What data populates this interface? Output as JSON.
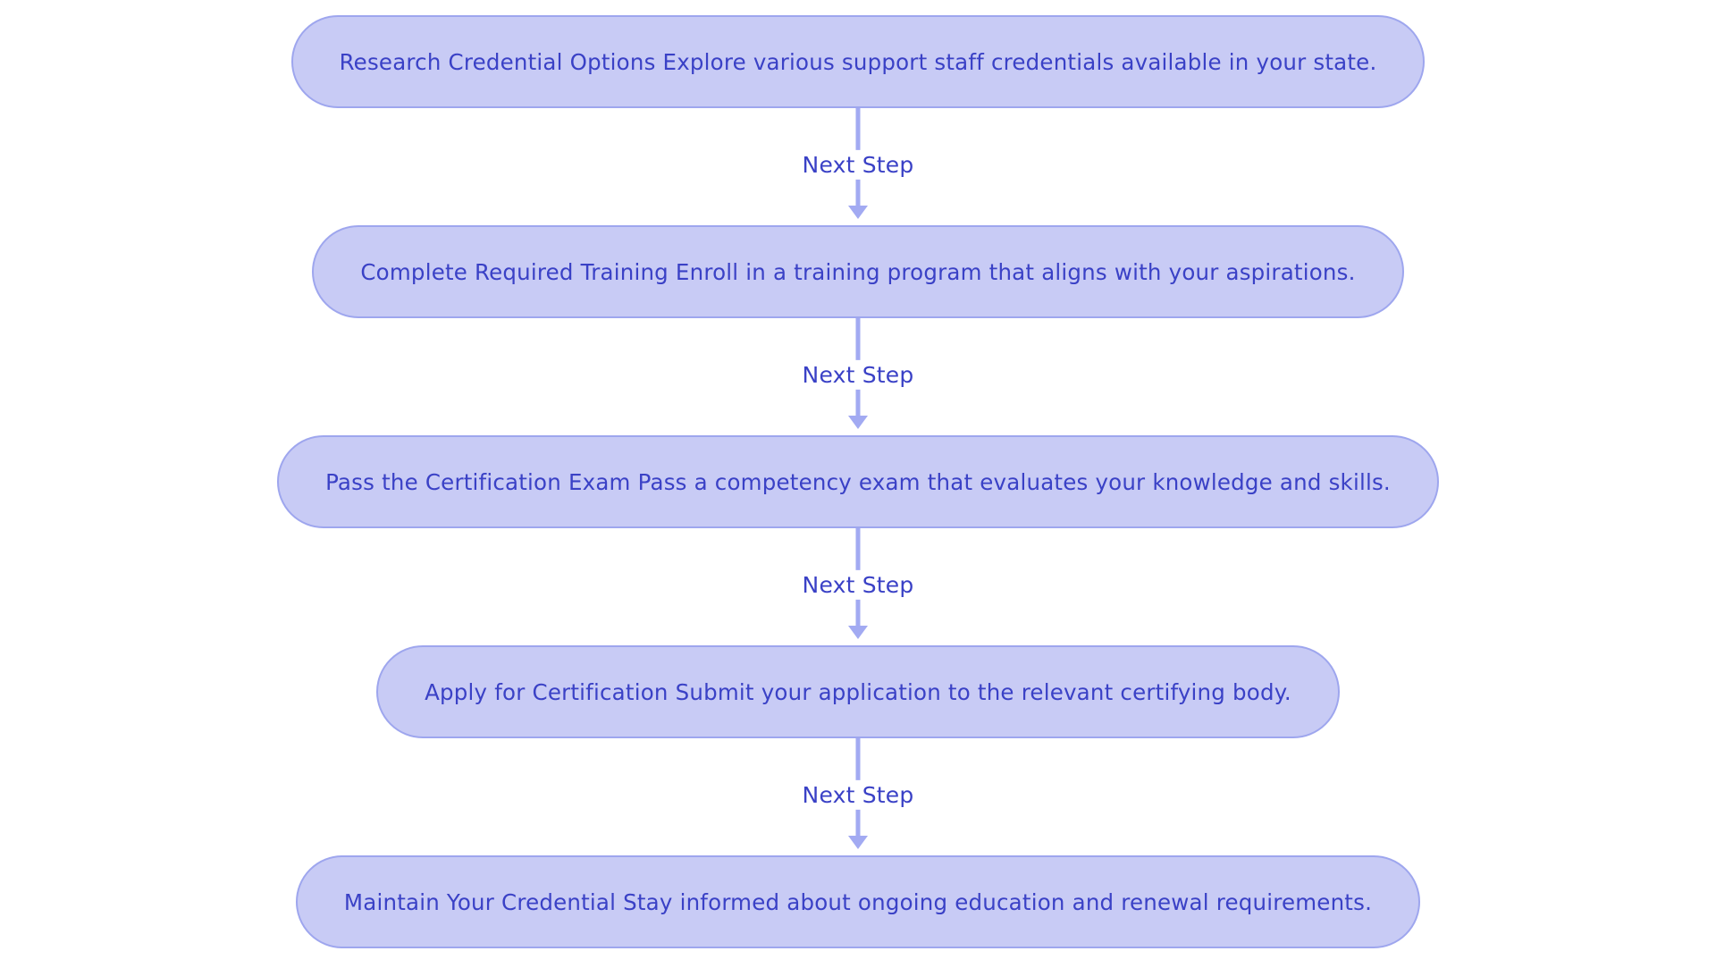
{
  "flowchart": {
    "type": "flowchart",
    "direction": "top-down",
    "background_color": "#ffffff",
    "node_fill_color": "#c8cbf5",
    "node_border_color": "#9ea6ee",
    "node_text_color": "#3a41c6",
    "arrow_color": "#a2aaf2",
    "connector_label": "Next Step",
    "steps": [
      {
        "label": "Research Credential Options Explore various support staff credentials available in your state."
      },
      {
        "label": "Complete Required Training Enroll in a training program that aligns with your aspirations."
      },
      {
        "label": "Pass the Certification Exam Pass a competency exam that evaluates your knowledge and skills."
      },
      {
        "label": "Apply for Certification Submit your application to the relevant certifying body."
      },
      {
        "label": "Maintain Your Credential Stay informed about ongoing education and renewal requirements."
      }
    ]
  }
}
